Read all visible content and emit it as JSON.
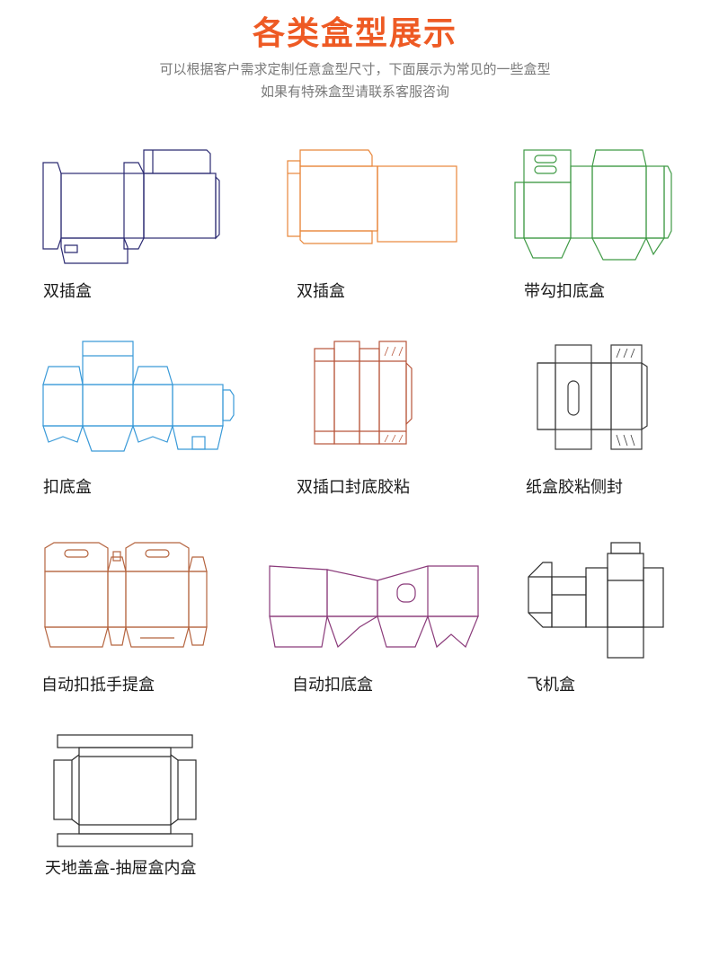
{
  "header": {
    "title": "各类盒型展示",
    "subtitle_line1": "可以根据客户需求定制任意盒型尺寸，下面展示为常见的一些盒型",
    "subtitle_line2": "如果有特殊盒型请联系客服咨询"
  },
  "colors": {
    "title": "#ee5a24",
    "navy": "#2b2a72",
    "orange": "#e8863a",
    "green": "#3f9a45",
    "blue": "#3a9ad8",
    "brick": "#b8553a",
    "dark": "#3a3a3a",
    "rust": "#b5643f",
    "purple": "#8a3a7a",
    "black": "#2a2a2a"
  },
  "boxes": [
    {
      "label": "双插盒",
      "icon": "tuck-end-box-diagram"
    },
    {
      "label": "双插盒",
      "icon": "tuck-end-box-diagram"
    },
    {
      "label": "带勾扣底盒",
      "icon": "hook-lock-bottom-box-diagram"
    },
    {
      "label": "扣底盒",
      "icon": "lock-bottom-box-diagram"
    },
    {
      "label": "双插口封底胶粘",
      "icon": "tuck-top-glued-bottom-diagram"
    },
    {
      "label": "纸盒胶粘侧封",
      "icon": "glued-side-seal-box-diagram"
    },
    {
      "label": "自动扣抵手提盒",
      "icon": "auto-lock-handle-box-diagram"
    },
    {
      "label": "自动扣底盒",
      "icon": "auto-lock-bottom-box-diagram"
    },
    {
      "label": "飞机盒",
      "icon": "mailer-box-diagram"
    },
    {
      "label": "天地盖盒-抽屉盒内盒",
      "icon": "lid-base-drawer-box-diagram"
    }
  ]
}
